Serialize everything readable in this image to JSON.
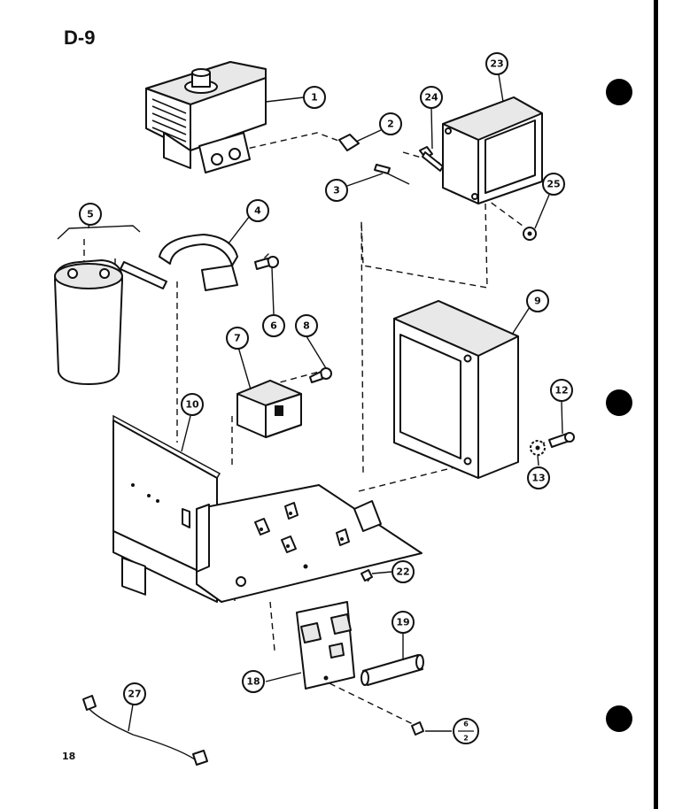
{
  "diagram": {
    "title": "D-9",
    "page_number": "18",
    "callouts": [
      "1",
      "2",
      "3",
      "24",
      "23",
      "25",
      "5",
      "4",
      "6",
      "7",
      "8",
      "9",
      "12",
      "13",
      "10",
      "22",
      "19",
      "18",
      "27",
      "6",
      "2"
    ],
    "punch_holes": 3
  }
}
